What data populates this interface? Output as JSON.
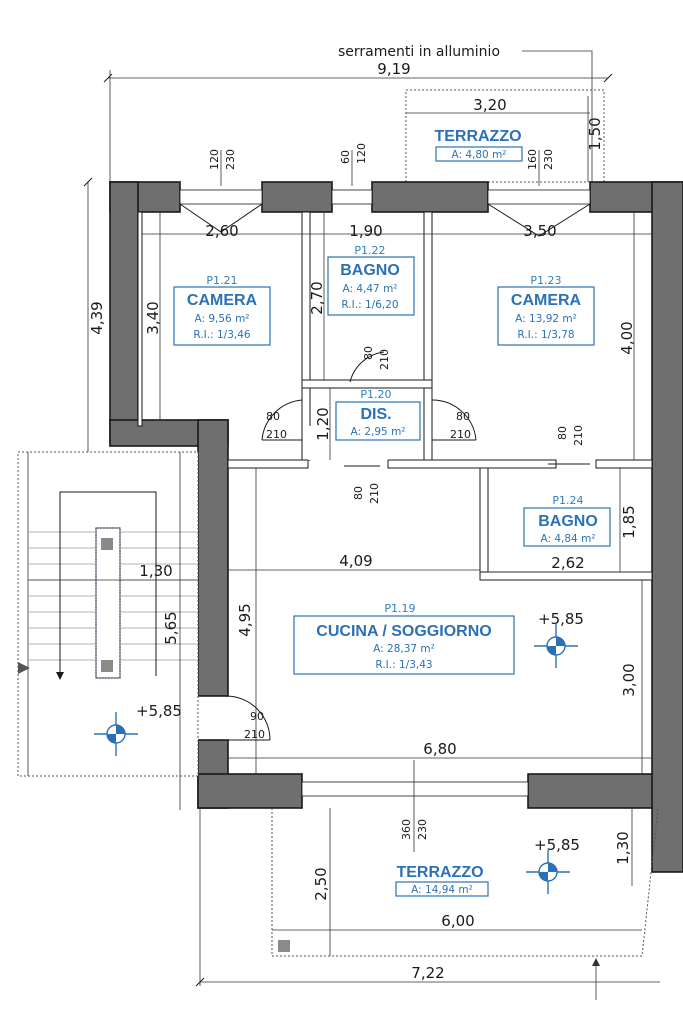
{
  "annotation": "serramenti in alluminio",
  "rooms": {
    "camera_21": {
      "code": "P1.21",
      "name": "CAMERA",
      "area": "A: 9,56 m²",
      "ri": "R.I.: 1/3,46"
    },
    "bagno_22": {
      "code": "P1.22",
      "name": "BAGNO",
      "area": "A: 4,47 m²",
      "ri": "R.I.: 1/6,20"
    },
    "camera_23": {
      "code": "P1.23",
      "name": "CAMERA",
      "area": "A: 13,92 m²",
      "ri": "R.I.: 1/3,78"
    },
    "dis_20": {
      "code": "P1.20",
      "name": "DIS.",
      "area": "A: 2,95 m²"
    },
    "bagno_24": {
      "code": "P1.24",
      "name": "BAGNO",
      "area": "A: 4,84 m²"
    },
    "cucina_19": {
      "code": "P1.19",
      "name": "CUCINA / SOGGIORNO",
      "area": "A: 28,37 m²",
      "ri": "R.I.: 1/3,43"
    },
    "terrazzo_top": {
      "name": "TERRAZZO",
      "area": "A: 4,80 m²"
    },
    "terrazzo_bottom": {
      "name": "TERRAZZO",
      "area": "A: 14,94 m²"
    }
  },
  "dimensions": {
    "overall_width": "9,19",
    "terrace_top_width": "3,20",
    "terrace_top_depth": "1,50",
    "left_height": "4,39",
    "camera21_width": "2,60",
    "bagno22_width": "1,90",
    "camera23_width": "3,50",
    "camera21_depth": "3,40",
    "bagno22_depth": "2,70",
    "camera23_depth": "4,00",
    "dis_depth": "1,20",
    "stair_width": "1,30",
    "stair_length": "5,65",
    "living_width": "4,09",
    "bagno24_width": "2,62",
    "bagno24_depth": "1,85",
    "living_depth": "4,95",
    "living_depth2": "3,00",
    "living_width2": "6,80",
    "terrace_bot_depth": "2,50",
    "terrace_bot_width": "6,00",
    "terrace_bot_side": "1,30",
    "bottom_width": "7,22"
  },
  "openings": {
    "w1_a": "120",
    "w1_b": "230",
    "w2_a": "60",
    "w2_b": "120",
    "w3_a": "160",
    "w3_b": "230",
    "d_bagno_a": "80",
    "d_bagno_b": "210",
    "d_left_a": "80",
    "d_left_b": "210",
    "d_right_a": "80",
    "d_right_b": "210",
    "d_dis_a": "80",
    "d_dis_b": "210",
    "d_b24_a": "80",
    "d_b24_b": "210",
    "d_entry_a": "90",
    "d_entry_b": "210",
    "w_bot_a": "360",
    "w_bot_b": "230"
  },
  "levels": {
    "stair": "+5,85",
    "living": "+5,85",
    "terrace": "+5,85"
  }
}
